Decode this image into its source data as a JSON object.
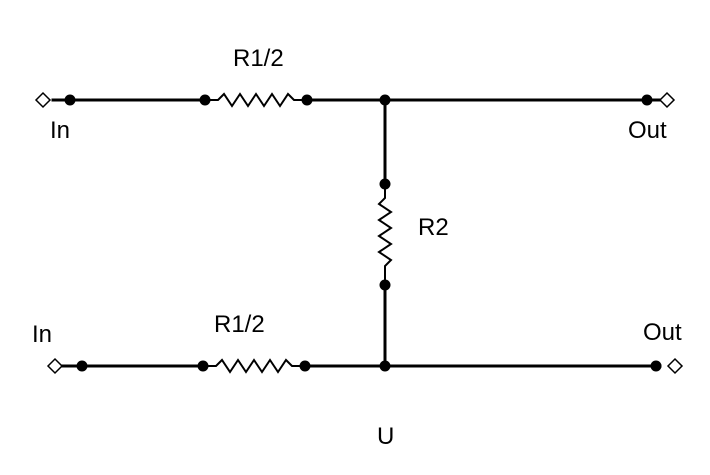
{
  "labels": {
    "top_left_terminal": "In",
    "top_right_terminal": "Out",
    "bottom_left_terminal": "In",
    "bottom_right_terminal": "Out",
    "top_resistor": "R1/2",
    "bottom_resistor": "R1/2",
    "shunt_resistor": "R2",
    "bottom_node": "U"
  },
  "colors": {
    "wire": "#000000",
    "background": "#ffffff"
  }
}
